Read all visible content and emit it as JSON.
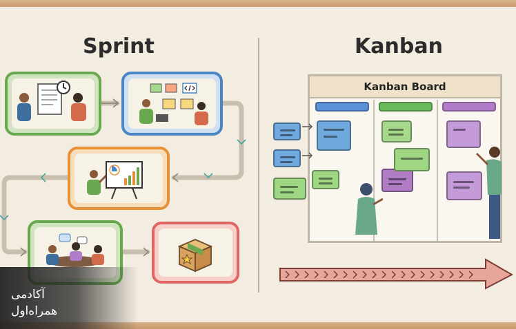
{
  "sprint": {
    "title": "Sprint"
  },
  "kanban": {
    "title": "Kanban",
    "board_title": "Kanban Board"
  },
  "watermark": {
    "line1": "آکادمی",
    "line2": "همراه‌اول"
  },
  "colors": {
    "green": "#6aa84f",
    "blue": "#4a86c5",
    "orange": "#e69138",
    "red": "#e06666",
    "purple": "#b07cc6",
    "timeline": "#e8a59a"
  },
  "icons": [
    "clock-icon",
    "chart-icon",
    "star-box-icon",
    "code-icon",
    "arrow-icon"
  ]
}
